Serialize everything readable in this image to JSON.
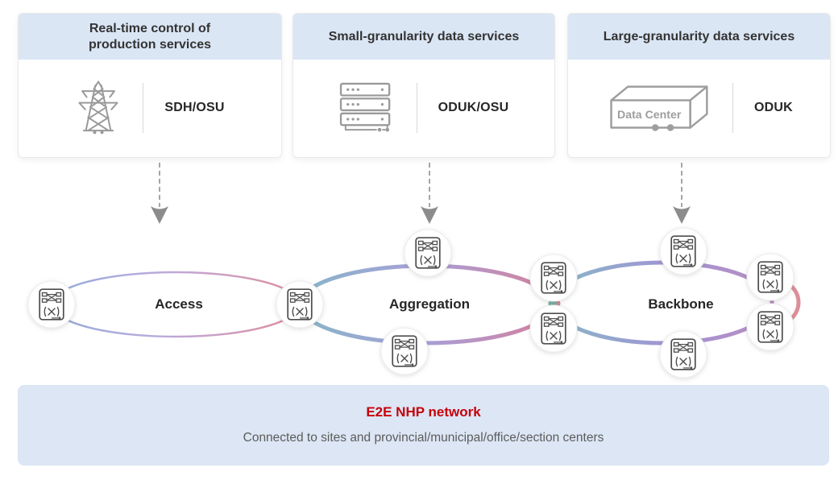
{
  "cards": [
    {
      "title": "Real-time control of production services",
      "icon": "transmission-tower-icon",
      "label": "SDH/OSU"
    },
    {
      "title": "Small-granularity data services",
      "icon": "server-rack-icon",
      "label": "ODUK/OSU"
    },
    {
      "title": "Large-granularity data services",
      "icon": "data-center-icon",
      "icon_text": "Data Center",
      "label": "ODUK"
    }
  ],
  "network": {
    "rings": [
      {
        "label": "Access"
      },
      {
        "label": "Aggregation"
      },
      {
        "label": "Backbone"
      }
    ],
    "colors": {
      "ring_blue": "#92abd7",
      "ring_teal": "#88b5c8",
      "ring_purple": "#a79fd8",
      "ring_pink": "#d5809c",
      "right_arc_pink": "#dc8f99",
      "junction_teal": "#7db3a9",
      "junction_pink": "#dc8795"
    }
  },
  "banner": {
    "title": "E2E NHP network",
    "subtitle": "Connected to sites and provincial/municipal/office/section centers",
    "title_color": "#c7000b",
    "background": "#dce6f4"
  }
}
